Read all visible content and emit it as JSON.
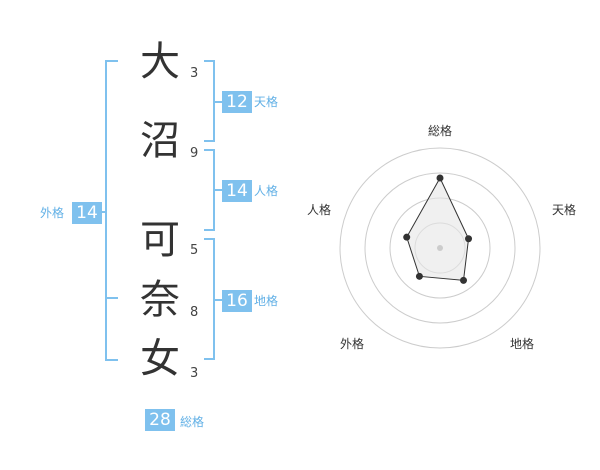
{
  "name_chars": [
    {
      "char": "大",
      "strokes": "3"
    },
    {
      "char": "沼",
      "strokes": "9"
    },
    {
      "char": "可",
      "strokes": "5"
    },
    {
      "char": "奈",
      "strokes": "8"
    },
    {
      "char": "女",
      "strokes": "3"
    }
  ],
  "fortunes": {
    "tenkaku": {
      "value": "12",
      "label": "天格"
    },
    "jinkaku": {
      "value": "14",
      "label": "人格"
    },
    "chikaku": {
      "value": "16",
      "label": "地格"
    },
    "gaikaku": {
      "value": "14",
      "label": "外格"
    },
    "soukaku": {
      "value": "28",
      "label": "総格"
    }
  },
  "chart_data": {
    "type": "radar",
    "axes": [
      "総格",
      "天格",
      "地格",
      "外格",
      "人格"
    ],
    "values": [
      28,
      12,
      16,
      14,
      14
    ],
    "rings": 4,
    "colors": {
      "bracket": "#7fc1ee",
      "badge": "#7fc1ee",
      "label": "#61b0e6",
      "ring": "#cccccc",
      "series": "#333333",
      "fill": "#e6e6e6"
    }
  }
}
